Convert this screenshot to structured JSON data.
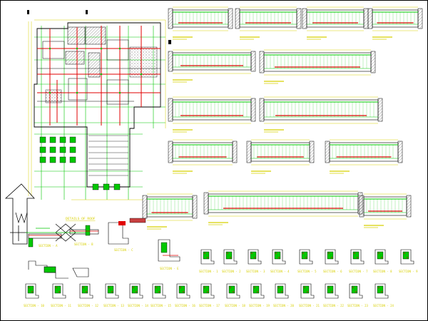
{
  "sheet": {
    "colors": {
      "beam": "#00c800",
      "rebar": "#e00000",
      "dim": "#d8d000",
      "wall": "#606060",
      "conc": "#9a9a9a",
      "line": "#000000"
    },
    "plan_title": "DETAILS OF ROOF",
    "section_labels": {
      "a": "SECTION - A",
      "b": "SECTION - B",
      "c": "SECTION - C",
      "e": "SECTION - E",
      "r1": [
        "SECTION - 1",
        "SECTION - 2",
        "SECTION - 3",
        "SECTION - 4",
        "SECTION - 5",
        "SECTION - 6",
        "SECTION - 7",
        "SECTION - 8",
        "SECTION - 9"
      ],
      "r2": [
        "SECTION - 10",
        "SECTION - 11",
        "SECTION - 12",
        "SECTION - 13",
        "SECTION - 14",
        "SECTION - 15",
        "SECTION - 16",
        "SECTION - 17",
        "SECTION - 18",
        "SECTION - 19",
        "SECTION - 20",
        "SECTION - 21",
        "SECTION - 22",
        "SECTION - 23",
        "SECTION - 24"
      ]
    }
  }
}
